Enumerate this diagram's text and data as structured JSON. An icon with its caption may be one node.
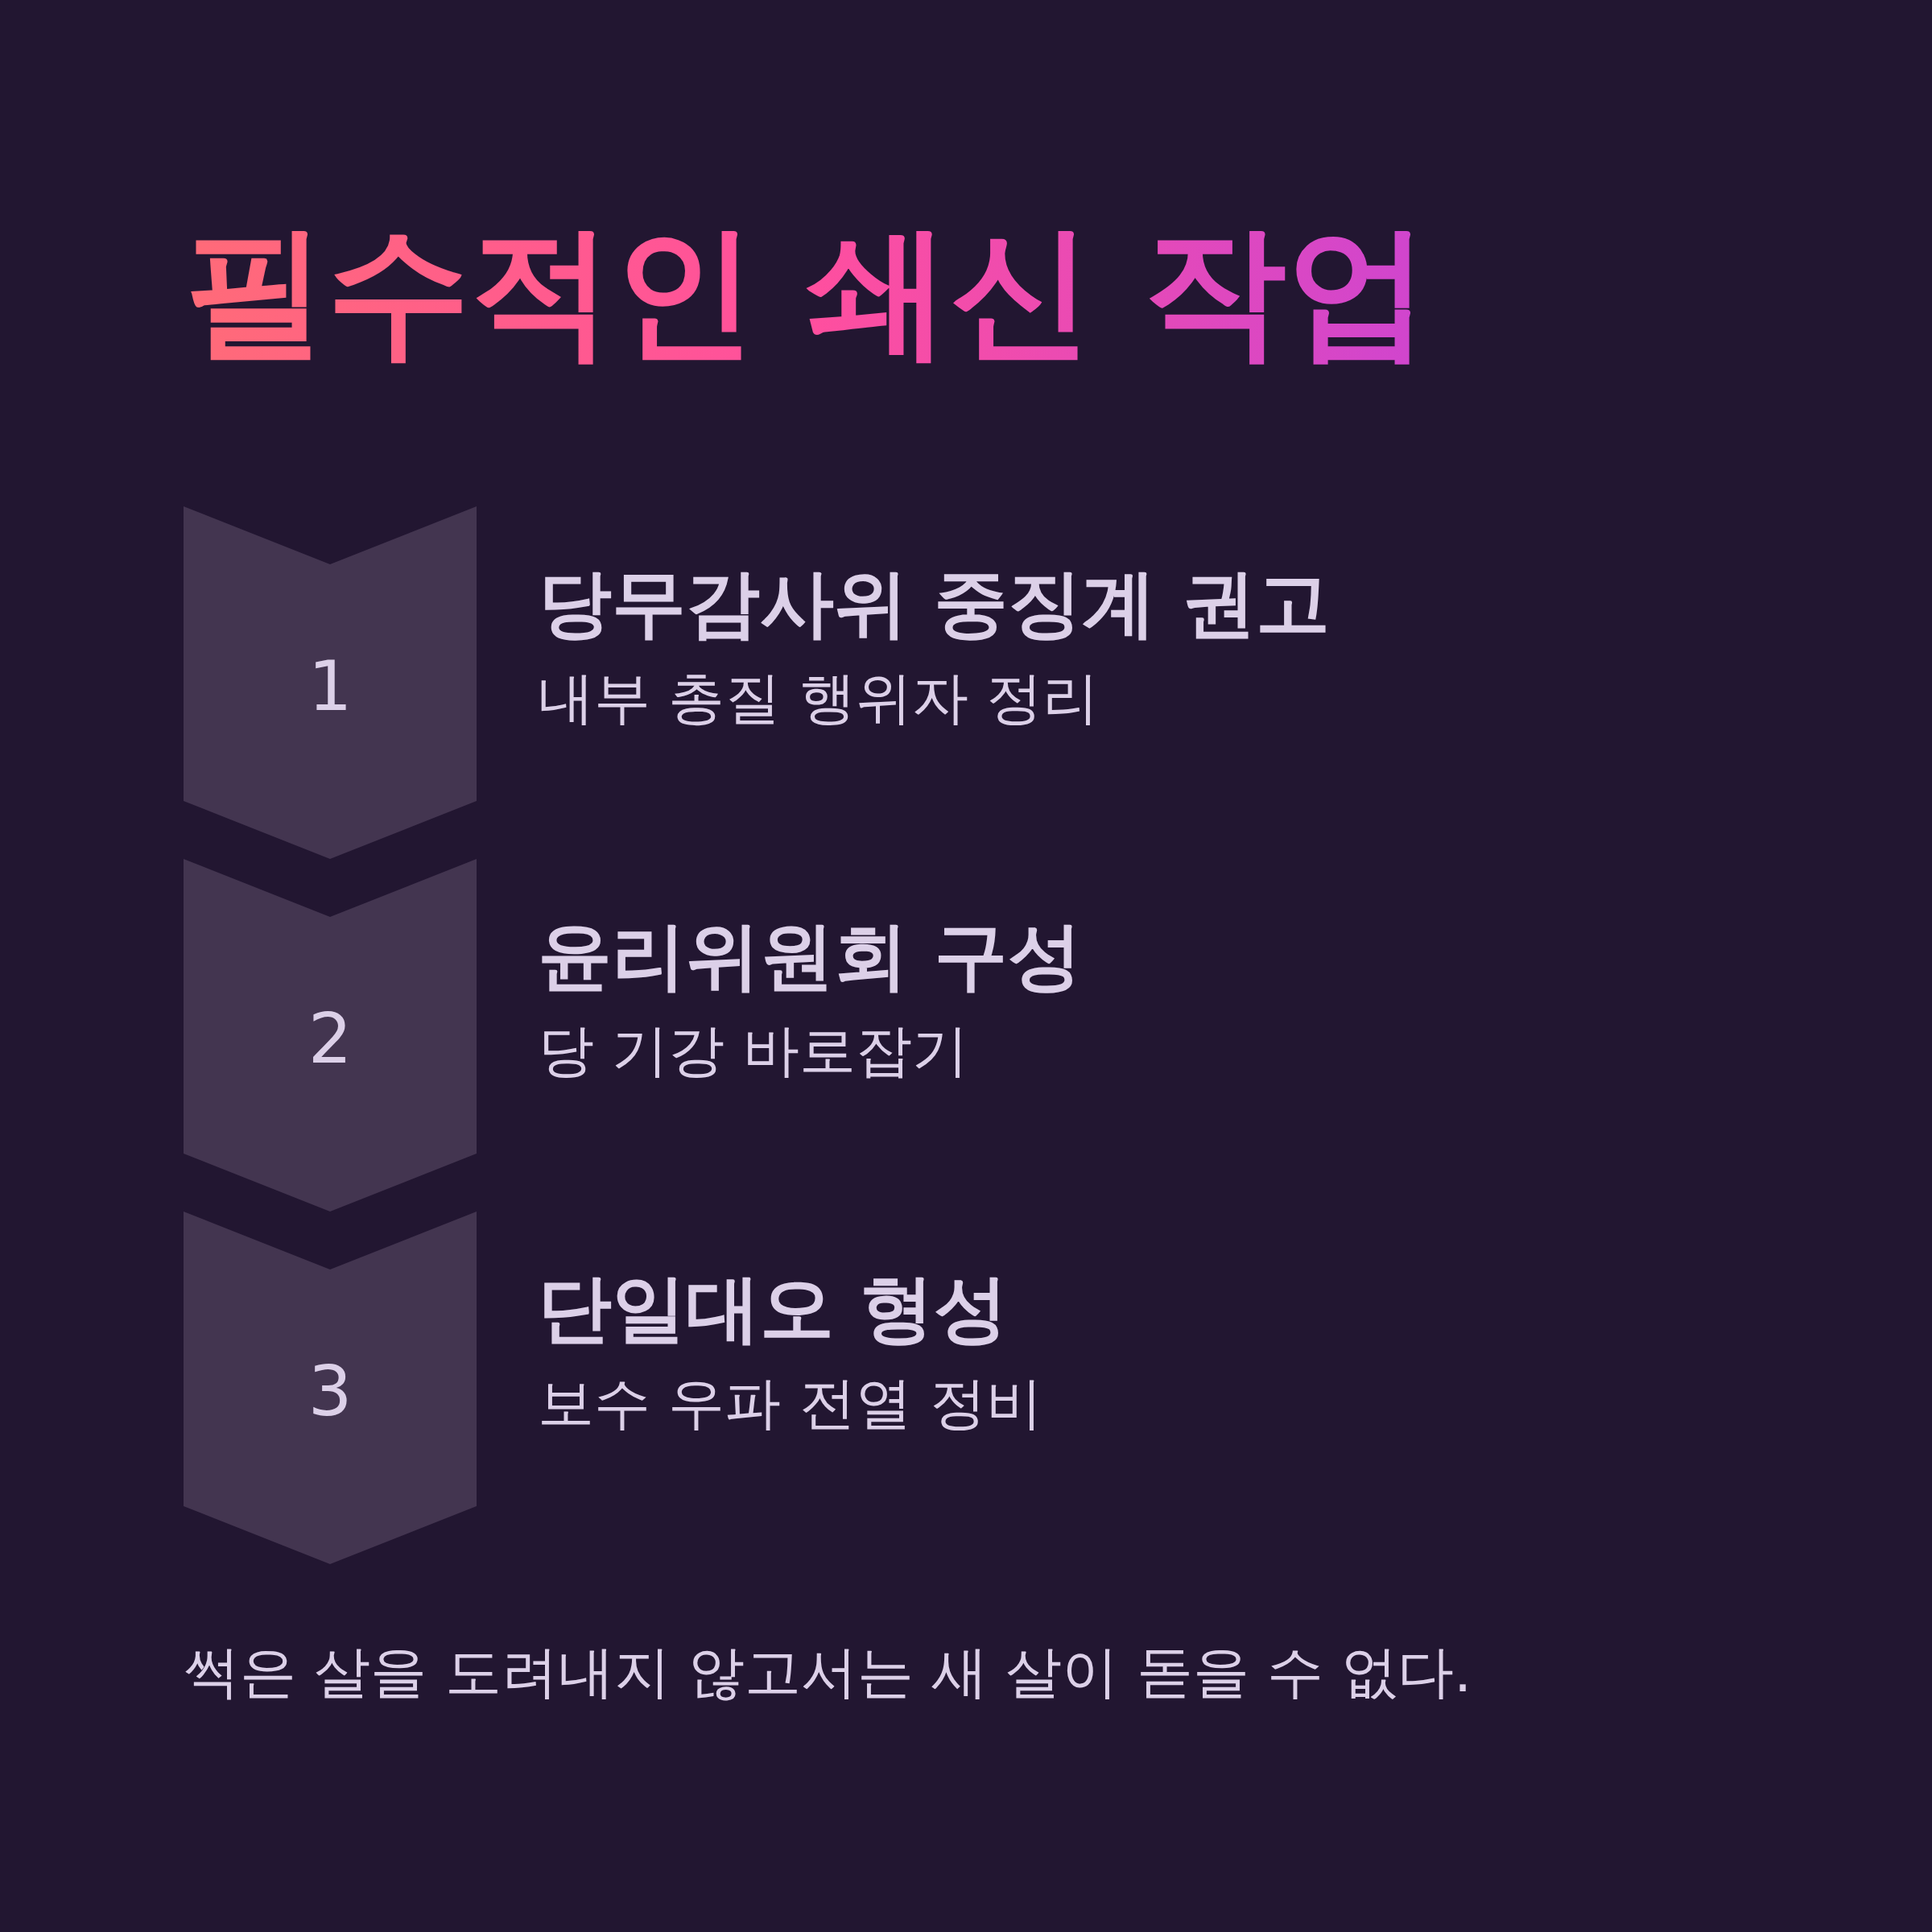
{
  "diagram": {
    "title": "필수적인 쇄신 작업",
    "nodes": [
      {
        "text": [
          "1"
        ],
        "beside": [
          "당무감사위 중징계 권고",
          "내부 총질 행위자 정리"
        ]
      },
      {
        "text": [
          "2"
        ],
        "beside": [
          "윤리위원회 구성",
          "당 기강 바로잡기"
        ]
      },
      {
        "text": [
          "3"
        ],
        "beside": [
          "단일대오 형성",
          "보수 우파 전열 정비"
        ]
      }
    ],
    "labels": [
      "썩은 살을 도려내지 않고서는 새 살이 돋을 수 없다."
    ]
  }
}
